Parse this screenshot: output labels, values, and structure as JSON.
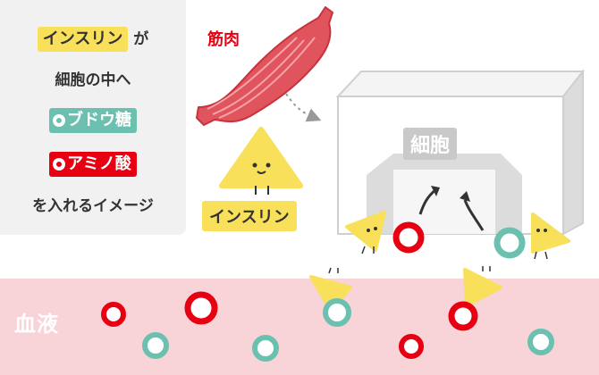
{
  "legend": {
    "insulin": "インスリン",
    "ga": "が",
    "into_cell": "細胞の中へ",
    "glucose": "ブドウ糖",
    "amino_acid": "アミノ酸",
    "image_caption": "を入れるイメージ"
  },
  "labels": {
    "muscle": "筋肉",
    "insulin": "インスリン",
    "cell": "細胞",
    "blood": "血液"
  },
  "colors": {
    "glucose": "#6cc0b0",
    "amino_acid": "#e60012",
    "insulin": "#f8e05a",
    "muscle": "#e0545e",
    "blood": "#f8d3d8",
    "cell": "#e6e6e6"
  },
  "icons": [
    "muscle-icon",
    "insulin-character-icon",
    "cell-box-icon",
    "arrow-up-icon"
  ]
}
